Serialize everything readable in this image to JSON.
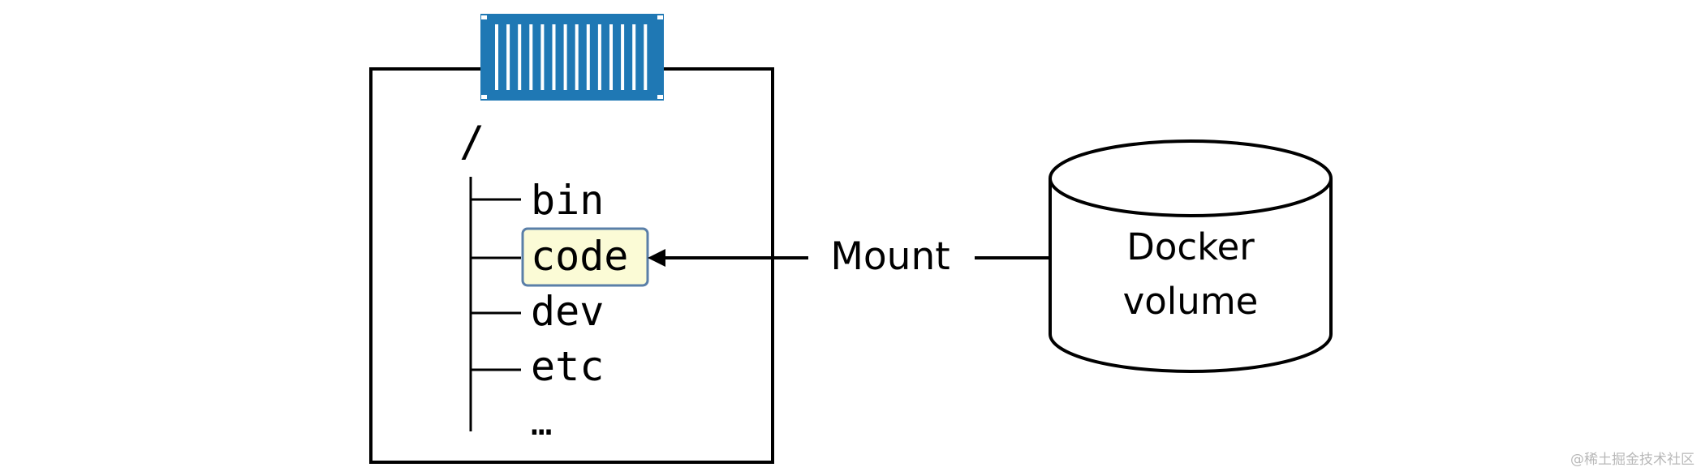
{
  "filesystem": {
    "root_label": "/",
    "entries": [
      "bin",
      "code",
      "dev",
      "etc",
      "…"
    ],
    "highlighted_entry": "code"
  },
  "mount_label": "Mount",
  "volume": {
    "line1": "Docker",
    "line2": "volume"
  },
  "container_icon": {
    "icon": "shipping-container-icon",
    "color": "#1f78b4"
  },
  "highlight_colors": {
    "fill": "#fbfbd6",
    "stroke": "#5a7fa8"
  },
  "watermark": "@稀土掘金技术社区"
}
